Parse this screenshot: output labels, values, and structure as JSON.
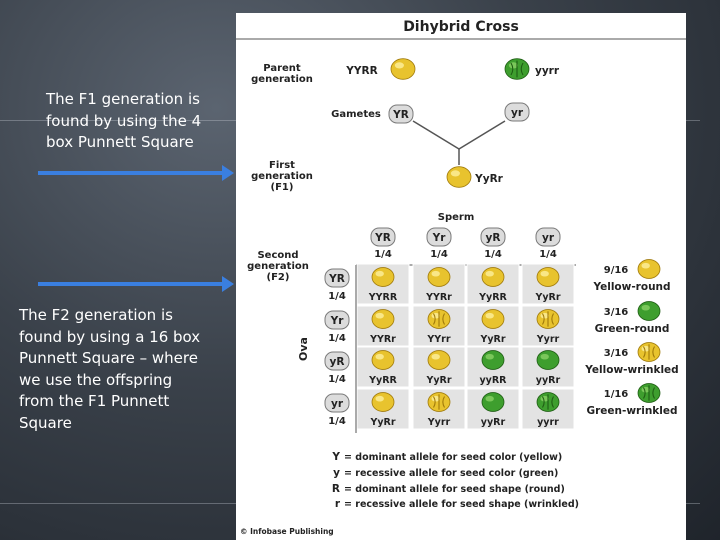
{
  "slide": {
    "f1_note": [
      "The F1 generation is",
      "found by using the 4",
      "box Punnett Square"
    ],
    "f2_note": [
      "The F2 generation is",
      "found by using a 16 box",
      "Punnett Square – where",
      "we use the offspring",
      "from the F1 Punnett",
      "Square"
    ],
    "arrow_color": "#3a7fe0"
  },
  "figure": {
    "title": "Dihybrid Cross",
    "parent_label": [
      "Parent",
      "generation"
    ],
    "parent1_genotype": "YYRR",
    "parent2_genotype": "yyrr",
    "gametes_label": "Gametes",
    "gamete1": "YR",
    "gamete2": "yr",
    "f1_label": [
      "First",
      "generation",
      "(F1)"
    ],
    "f1_genotype": "YyRr",
    "sperm_label": "Sperm",
    "ova_label": "Ova",
    "f2_label": [
      "Second",
      "generation",
      "(F2)"
    ],
    "sperm_gametes": [
      {
        "allele": "YR",
        "freq": "1/4"
      },
      {
        "allele": "Yr",
        "freq": "1/4"
      },
      {
        "allele": "yR",
        "freq": "1/4"
      },
      {
        "allele": "yr",
        "freq": "1/4"
      }
    ],
    "ova_gametes": [
      {
        "allele": "YR",
        "freq": "1/4"
      },
      {
        "allele": "Yr",
        "freq": "1/4"
      },
      {
        "allele": "yR",
        "freq": "1/4"
      },
      {
        "allele": "yr",
        "freq": "1/4"
      }
    ],
    "grid": [
      [
        {
          "g": "YYRR",
          "c": "yellow",
          "s": "round"
        },
        {
          "g": "YYRr",
          "c": "yellow",
          "s": "round"
        },
        {
          "g": "YyRR",
          "c": "yellow",
          "s": "round"
        },
        {
          "g": "YyRr",
          "c": "yellow",
          "s": "round"
        }
      ],
      [
        {
          "g": "YYRr",
          "c": "yellow",
          "s": "round"
        },
        {
          "g": "YYrr",
          "c": "yellow",
          "s": "wrinkled"
        },
        {
          "g": "YyRr",
          "c": "yellow",
          "s": "round"
        },
        {
          "g": "Yyrr",
          "c": "yellow",
          "s": "wrinkled"
        }
      ],
      [
        {
          "g": "YyRR",
          "c": "yellow",
          "s": "round"
        },
        {
          "g": "YyRr",
          "c": "yellow",
          "s": "round"
        },
        {
          "g": "yyRR",
          "c": "green",
          "s": "round"
        },
        {
          "g": "yyRr",
          "c": "green",
          "s": "round"
        }
      ],
      [
        {
          "g": "YyRr",
          "c": "yellow",
          "s": "round"
        },
        {
          "g": "Yyrr",
          "c": "yellow",
          "s": "wrinkled"
        },
        {
          "g": "yyRr",
          "c": "green",
          "s": "round"
        },
        {
          "g": "yyrr",
          "c": "green",
          "s": "wrinkled"
        }
      ]
    ],
    "ratios": [
      {
        "fraction": "9/16",
        "label": "Yellow-round",
        "c": "yellow",
        "s": "round"
      },
      {
        "fraction": "3/16",
        "label": "Green-round",
        "c": "green",
        "s": "round"
      },
      {
        "fraction": "3/16",
        "label": "Yellow-wrinkled",
        "c": "yellow",
        "s": "wrinkled"
      },
      {
        "fraction": "1/16",
        "label": "Green-wrinkled",
        "c": "green",
        "s": "wrinkled"
      }
    ],
    "key": [
      {
        "sym": "Y",
        "text": "= dominant allele for seed color (yellow)"
      },
      {
        "sym": "y",
        "text": "= recessive allele for seed color (green)"
      },
      {
        "sym": "R",
        "text": "= dominant allele for seed shape (round)"
      },
      {
        "sym": "r",
        "text": "= recessive allele for seed shape (wrinkled)"
      }
    ],
    "credit": "© Infobase Publishing",
    "colors": {
      "yellow": "#e8c32e",
      "green": "#3e9e2e",
      "cell_bg": "#e3e3e3",
      "tag_bg": "#dcdcdc"
    }
  }
}
